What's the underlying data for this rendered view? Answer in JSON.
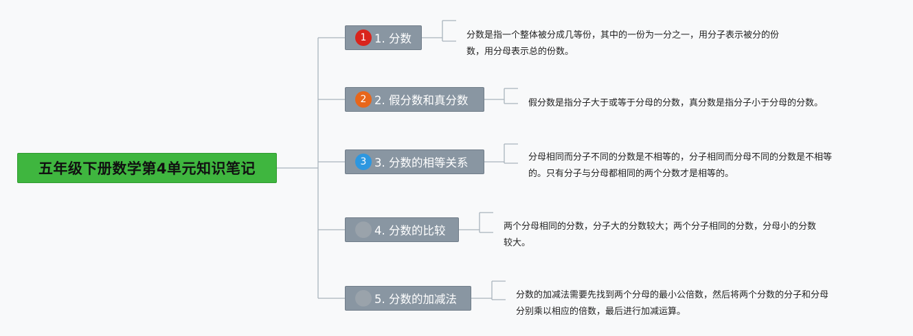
{
  "root": {
    "title": "五年级下册数学第4单元知识笔记"
  },
  "topics": [
    {
      "badge": "1",
      "badge_color": "#d9241c",
      "label": "1. 分数",
      "note_lines": [
        "分数是指一个整体被分成几等份，其中的一份为一分之一，用分子表示被分的份",
        "数，用分母表示总的份数。"
      ]
    },
    {
      "badge": "2",
      "badge_color": "#e8661a",
      "label": "2. 假分数和真分数",
      "note_lines": [
        "假分数是指分子大于或等于分母的分数，真分数是指分子小于分母的分数。"
      ]
    },
    {
      "badge": "3",
      "badge_color": "#2d97e0",
      "label": "3. 分数的相等关系",
      "note_lines": [
        "分母相同而分子不同的分数是不相等的，分子相同而分母不同的分数是不相等",
        "的。只有分子与分母都相同的两个分数才是相等的。"
      ]
    },
    {
      "badge": "",
      "badge_color": "#9aa3ab",
      "label": "4. 分数的比较",
      "note_lines": [
        "两个分母相同的分数，分子大的分数较大；两个分子相同的分数，分母小的分数",
        "较大。"
      ]
    },
    {
      "badge": "",
      "badge_color": "#9aa3ab",
      "label": "5. 分数的加减法",
      "note_lines": [
        "分数的加减法需要先找到两个分母的最小公倍数，然后将两个分数的分子和分母",
        "分别乘以相应的倍数，最后进行加减运算。"
      ]
    }
  ],
  "colors": {
    "connector": "#a9b3bc",
    "root_fill": "#3fb63f",
    "topic_fill": "#8996a2"
  }
}
